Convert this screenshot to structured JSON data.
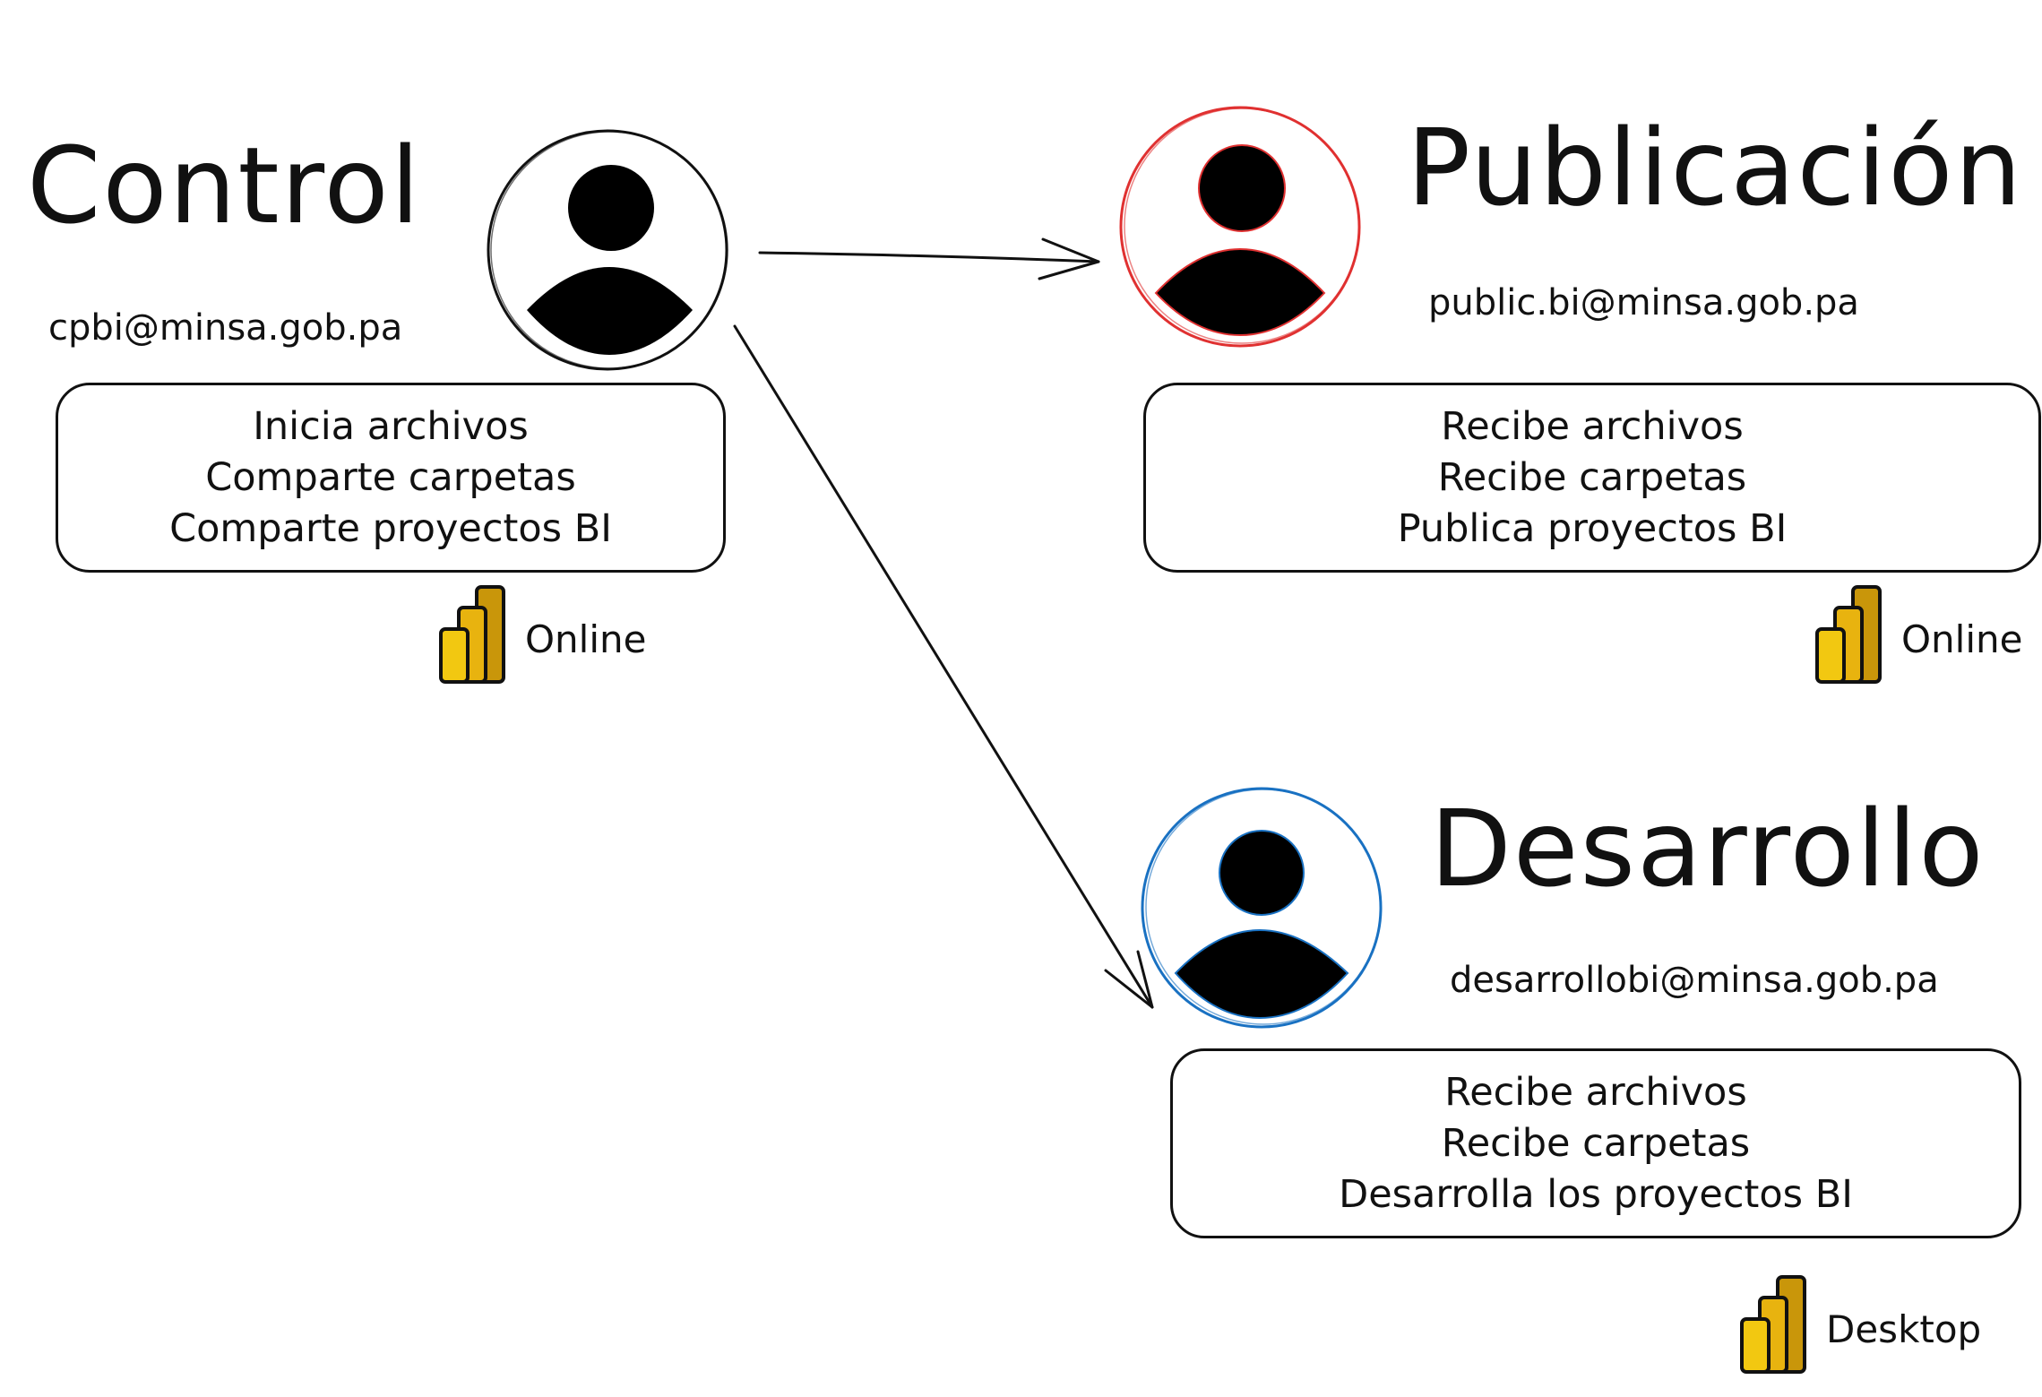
{
  "nodes": {
    "control": {
      "title": "Control",
      "email": "cpbi@minsa.gob.pa",
      "tasks": [
        "Inicia archivos",
        "Comparte carpetas",
        "Comparte proyectos BI"
      ],
      "tool": "Online",
      "ring_color": "#111111"
    },
    "publicacion": {
      "title": "Publicación",
      "email": "public.bi@minsa.gob.pa",
      "tasks": [
        "Recibe archivos",
        "Recibe carpetas",
        "Publica proyectos BI"
      ],
      "tool": "Online",
      "ring_color": "#e03131"
    },
    "desarrollo": {
      "title": "Desarrollo",
      "email": "desarrollobi@minsa.gob.pa",
      "tasks": [
        "Recibe archivos",
        "Recibe carpetas",
        "Desarrolla los proyectos BI"
      ],
      "tool": "Desktop",
      "ring_color": "#1971c2"
    }
  },
  "edges": [
    {
      "from": "control",
      "to": "publicacion"
    },
    {
      "from": "control",
      "to": "desarrollo"
    }
  ],
  "icons": {
    "user": "user-avatar-icon",
    "tool": "power-bi-icon"
  },
  "colors": {
    "power_bi_light": "#f2c811",
    "power_bi_mid": "#e8b30f",
    "power_bi_dark": "#c9960a"
  }
}
